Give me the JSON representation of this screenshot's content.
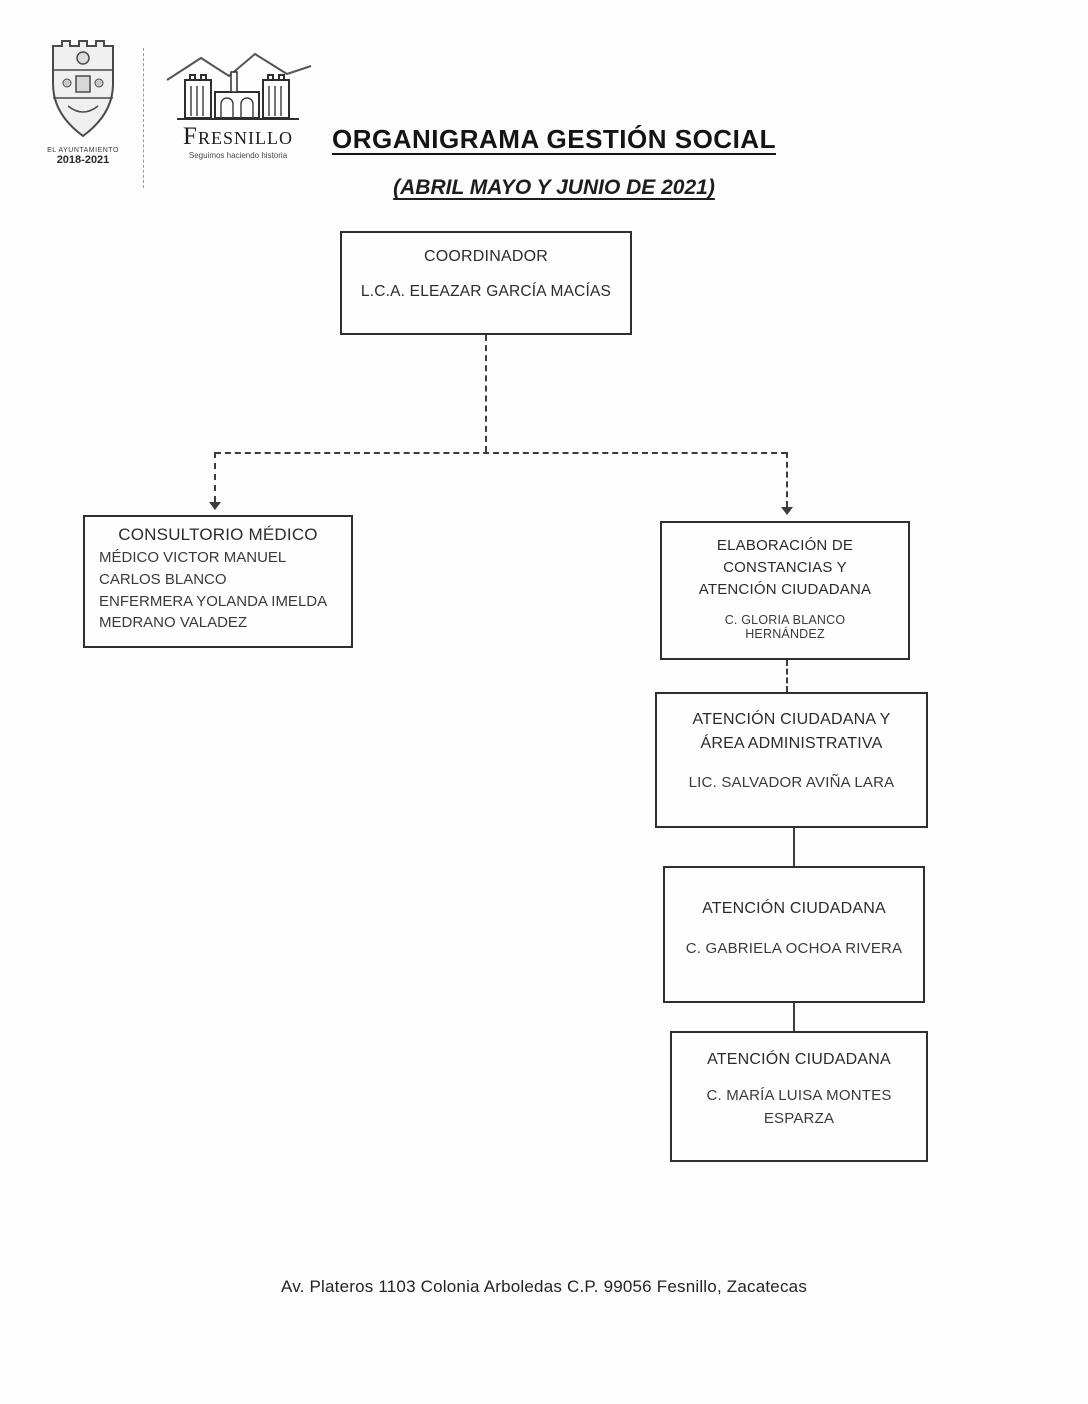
{
  "page": {
    "title": "ORGANIGRAMA GESTIÓN SOCIAL",
    "subtitle": "(ABRIL MAYO Y JUNIO DE 2021)",
    "footer_address": "Av. Plateros 1103 Colonia Arboledas C.P. 99056 Fesnillo, Zacatecas"
  },
  "logos": {
    "ayuntamiento": {
      "line1": "EL AYUNTAMIENTO",
      "line2": "2018-2021"
    },
    "fresnillo": {
      "wordmark": "Fresnillo",
      "tagline": "Seguimos haciendo historia"
    }
  },
  "org_chart": {
    "coordinator": {
      "role": "COORDINADOR",
      "name": "L.C.A. ELEAZAR GARCÍA MACÍAS"
    },
    "consultorio_medico": {
      "role": "CONSULTORIO MÉDICO",
      "lines": [
        "MÉDICO VICTOR MANUEL",
        "CARLOS BLANCO",
        "ENFERMERA YOLANDA IMELDA",
        "MEDRANO VALADEZ"
      ]
    },
    "elaboracion_constancias": {
      "role": "ELABORACIÓN DE CONSTANCIAS Y ATENCIÓN CIUDADANA",
      "name": "C. GLORIA BLANCO HERNÁNDEZ"
    },
    "atencion_administrativa": {
      "role": "ATENCIÓN CIUDADANA Y ÁREA ADMINISTRATIVA",
      "name": "LIC. SALVADOR AVIÑA LARA"
    },
    "atencion_ciudadana_1": {
      "role": "ATENCIÓN CIUDADANA",
      "name": "C. GABRIELA OCHOA RIVERA"
    },
    "atencion_ciudadana_2": {
      "role": "ATENCIÓN CIUDADANA",
      "name": "C. MARÍA LUISA MONTES ESPARZA"
    }
  },
  "colors": {
    "ink": "#2b2b2b",
    "box_border": "#2f2f2f",
    "connector": "#3c3c3c"
  }
}
